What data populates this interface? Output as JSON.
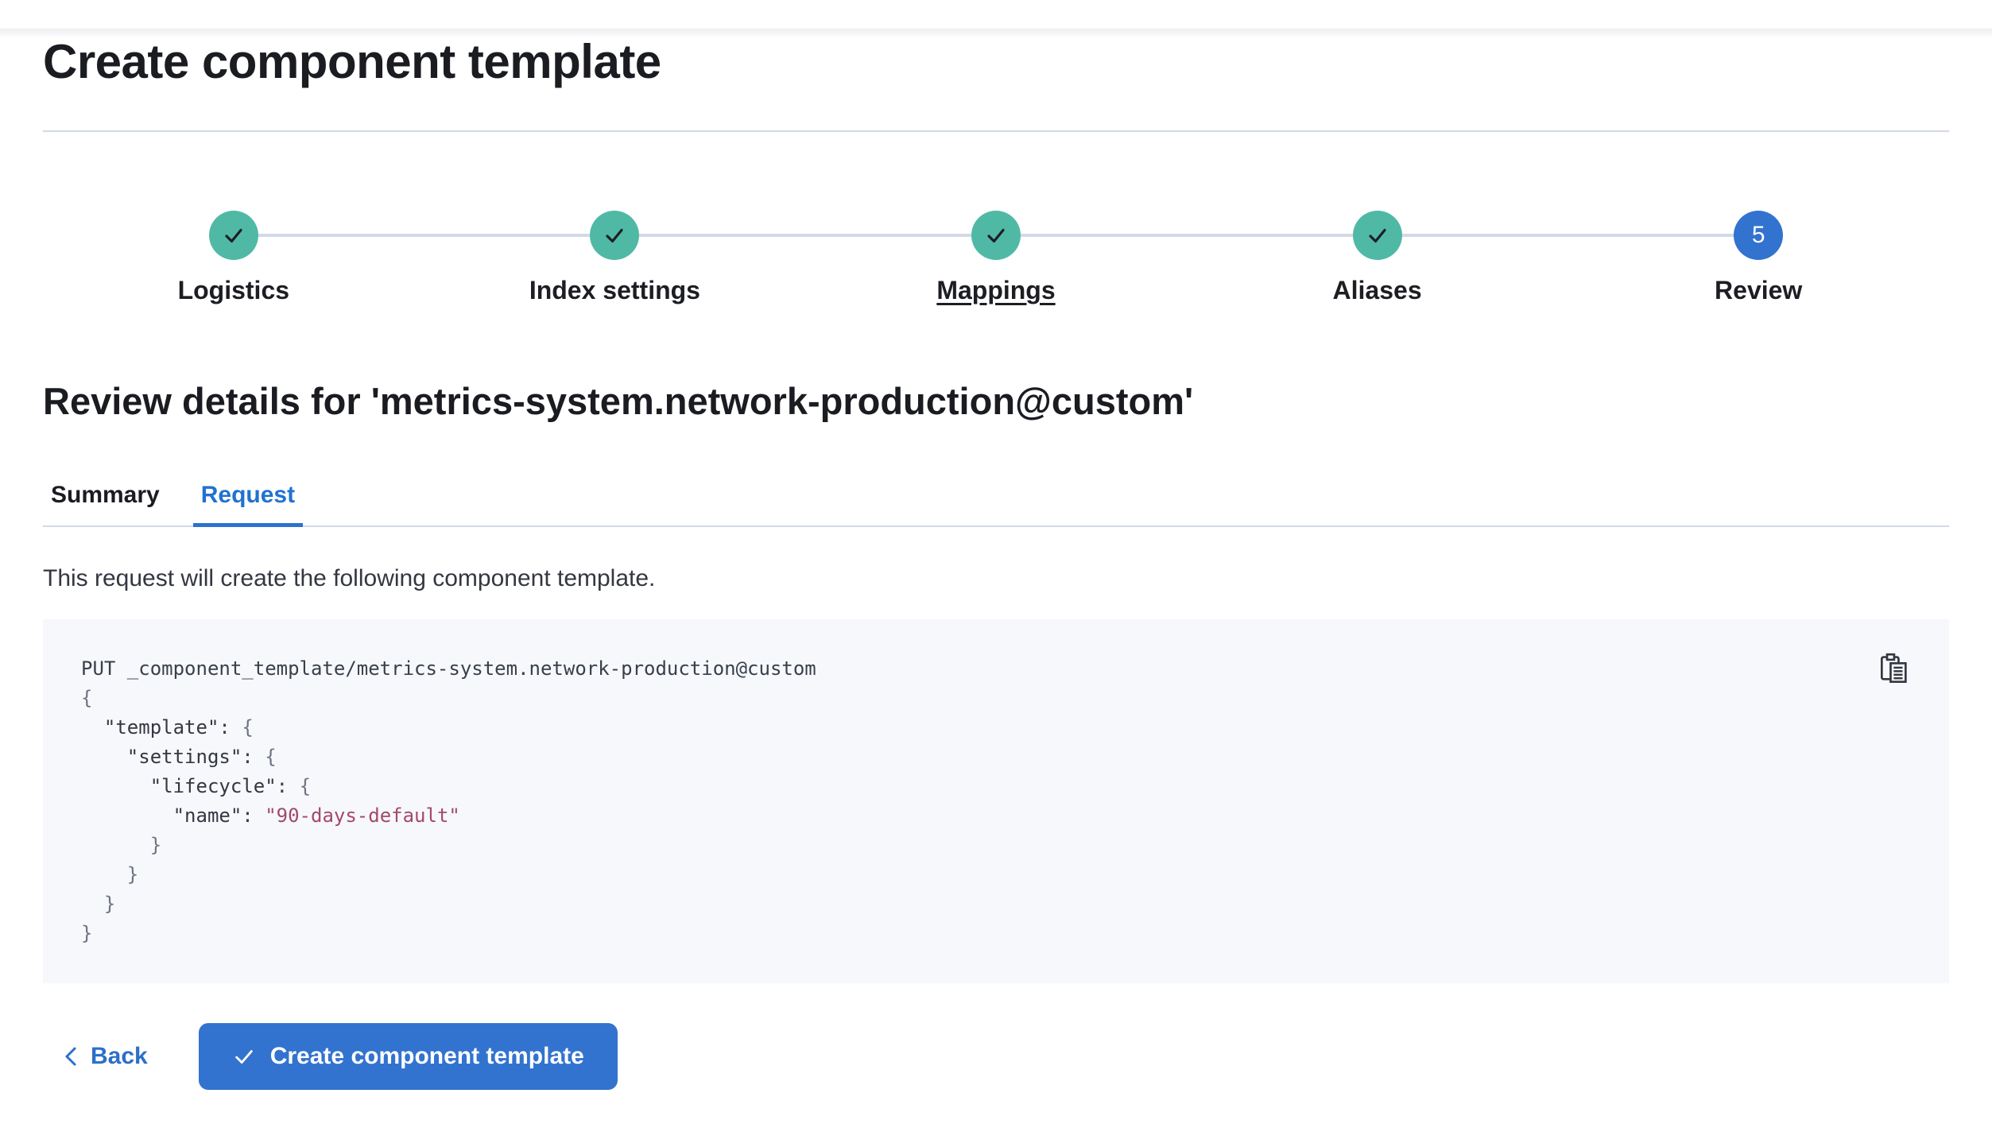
{
  "page": {
    "title": "Create component template"
  },
  "stepper": {
    "steps": [
      {
        "label": "Logistics",
        "status": "complete"
      },
      {
        "label": "Index settings",
        "status": "complete"
      },
      {
        "label": "Mappings",
        "status": "complete",
        "underlined": true
      },
      {
        "label": "Aliases",
        "status": "complete"
      },
      {
        "label": "Review",
        "status": "current",
        "number": "5"
      }
    ],
    "check_icon": "check-icon"
  },
  "review": {
    "heading": "Review details for 'metrics-system.network-production@custom'",
    "tabs": [
      {
        "label": "Summary",
        "active": false
      },
      {
        "label": "Request",
        "active": true
      }
    ],
    "description": "This request will create the following component template."
  },
  "code_block": {
    "copy_icon": "copy-clipboard-icon",
    "lines": [
      [
        {
          "t": "PUT _component_template/metrics-system.network-production@custom",
          "c": "plain"
        }
      ],
      [
        {
          "t": "{",
          "c": "punct"
        }
      ],
      [
        {
          "t": "  ",
          "c": "plain"
        },
        {
          "t": "\"template\"",
          "c": "key"
        },
        {
          "t": ": ",
          "c": "plain"
        },
        {
          "t": "{",
          "c": "punct"
        }
      ],
      [
        {
          "t": "    ",
          "c": "plain"
        },
        {
          "t": "\"settings\"",
          "c": "key"
        },
        {
          "t": ": ",
          "c": "plain"
        },
        {
          "t": "{",
          "c": "punct"
        }
      ],
      [
        {
          "t": "      ",
          "c": "plain"
        },
        {
          "t": "\"lifecycle\"",
          "c": "key"
        },
        {
          "t": ": ",
          "c": "plain"
        },
        {
          "t": "{",
          "c": "punct"
        }
      ],
      [
        {
          "t": "        ",
          "c": "plain"
        },
        {
          "t": "\"name\"",
          "c": "key"
        },
        {
          "t": ": ",
          "c": "plain"
        },
        {
          "t": "\"90-days-default\"",
          "c": "string"
        }
      ],
      [
        {
          "t": "      }",
          "c": "punct"
        }
      ],
      [
        {
          "t": "    }",
          "c": "punct"
        }
      ],
      [
        {
          "t": "  }",
          "c": "punct"
        }
      ],
      [
        {
          "t": "}",
          "c": "punct"
        }
      ]
    ]
  },
  "footer": {
    "back_label": "Back",
    "back_icon": "chevron-left-icon",
    "submit_label": "Create component template",
    "submit_icon": "check-icon"
  },
  "colors": {
    "accent_blue": "#3273cf",
    "tab_blue": "#2171d1",
    "success_teal": "#4fb9a6",
    "divider_gray": "#d3dae6",
    "code_background": "#f7f8fc",
    "code_string_red": "#a34a66",
    "text_dark": "#1a1c21",
    "text_body": "#343741"
  }
}
